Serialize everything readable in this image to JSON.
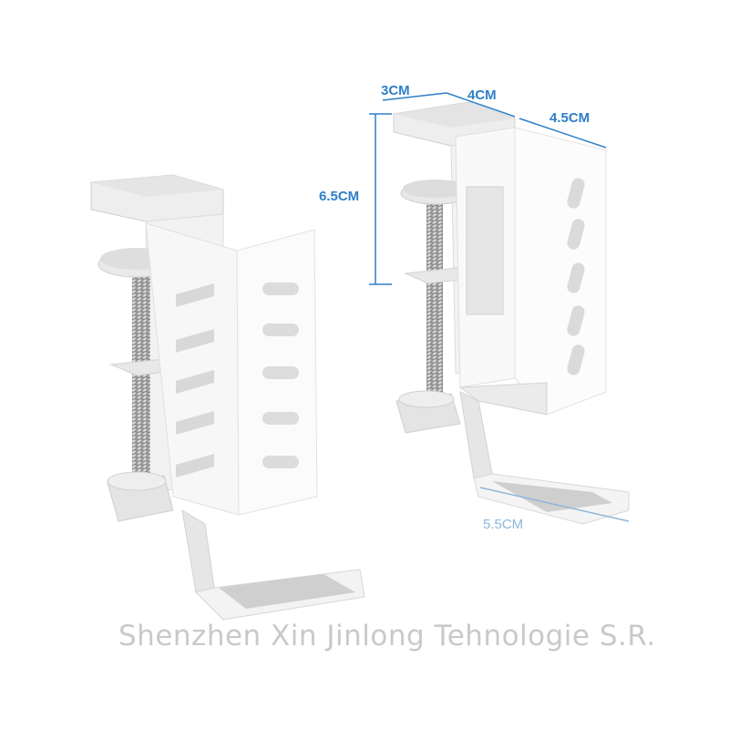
{
  "dimensions": {
    "depth": "3CM",
    "width": "4CM",
    "side": "4.5CM",
    "height": "6.5CM",
    "hook": "5.5CM"
  },
  "watermark": "Shenzhen Xin Jinlong Tehnologie S.R.",
  "colors": {
    "dimension_text": "#2f7fc8",
    "product_body": "#f7f7f7",
    "shadow": "#d9d9d9"
  }
}
